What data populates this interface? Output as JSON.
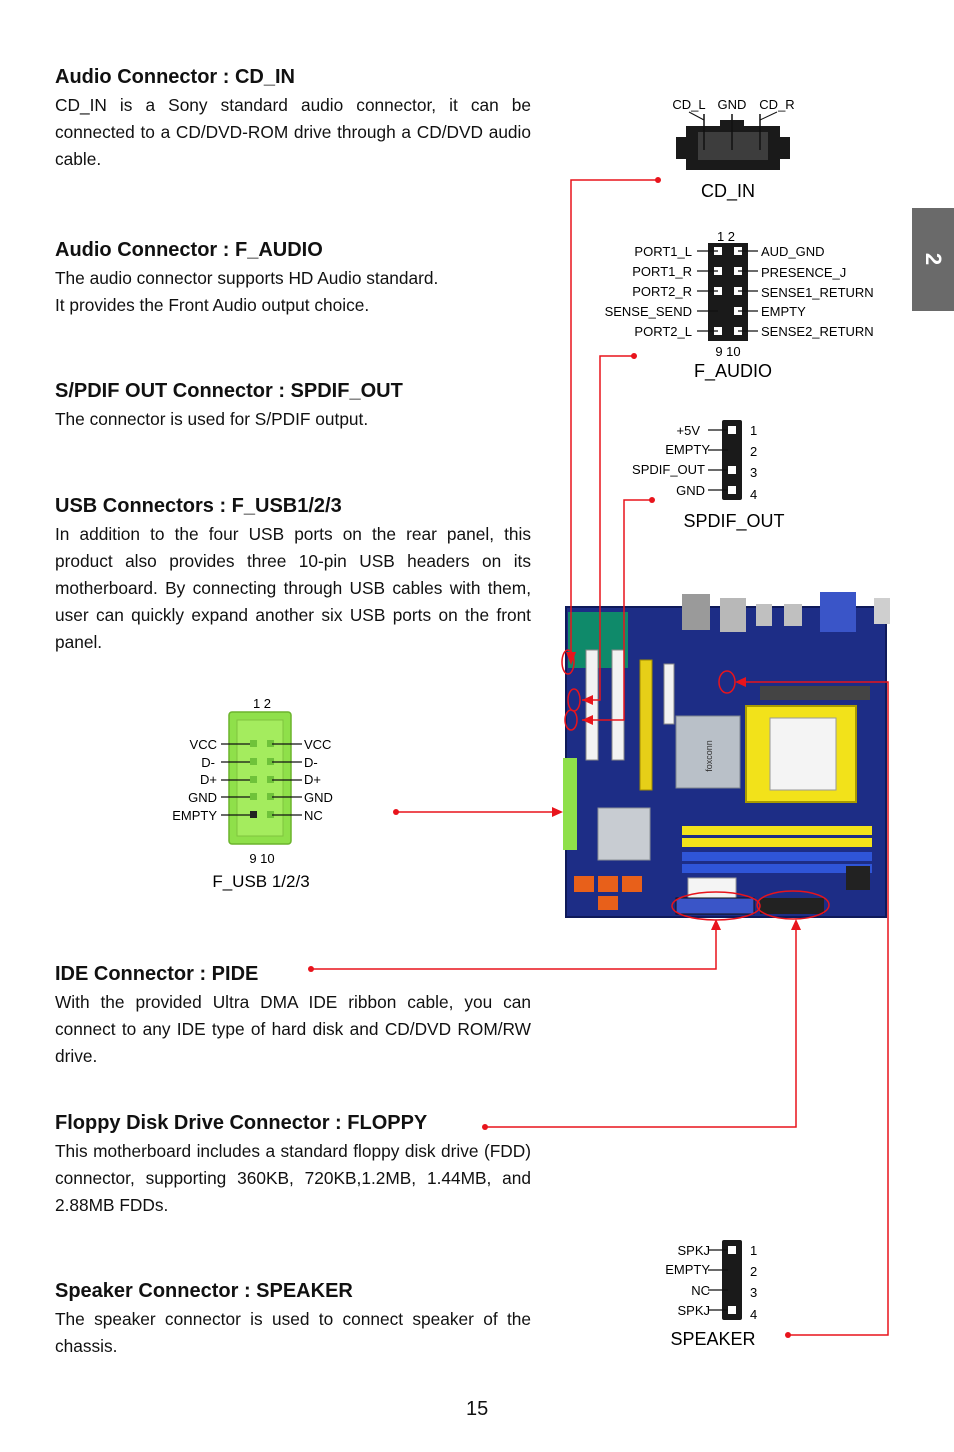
{
  "sections": [
    {
      "title": "Audio Connector : CD_IN",
      "body": "CD_IN is a Sony standard audio connector, it can be connected to a CD/DVD-ROM drive through a CD/DVD audio cable."
    },
    {
      "title": "Audio Connector : F_AUDIO",
      "body": "The audio connector supports HD Audio standard.\nIt provides the Front Audio output choice."
    },
    {
      "title": "S/PDIF OUT Connector : SPDIF_OUT",
      "body": "The connector is used for S/PDIF output."
    },
    {
      "title": "USB Connectors : F_USB1/2/3",
      "body": "In addition to the four USB ports on the rear panel, this product also provides three 10-pin USB headers on its motherboard. By connecting through USB cables with them, user can quickly expand another six USB ports on the front panel."
    },
    {
      "title": "IDE Connector : PIDE",
      "body": "With the provided Ultra DMA IDE ribbon cable, you can connect to any IDE type of hard disk and CD/DVD ROM/RW drive."
    },
    {
      "title": "Floppy Disk Drive Connector : FLOPPY",
      "body": "This motherboard includes a standard floppy disk drive (FDD) connector,  supporting 360KB, 720KB,1.2MB, 1.44MB, and 2.88MB FDDs."
    },
    {
      "title": "Speaker Connector : SPEAKER",
      "body": "The speaker connector is used to connect speaker of the chassis."
    }
  ],
  "cd_in": {
    "pins": [
      "CD_L",
      "GND",
      "CD_R"
    ],
    "name": "CD_IN"
  },
  "f_audio": {
    "top_pins": "1    2",
    "bottom_pins": "9   10",
    "left": [
      "PORT1_L",
      "PORT1_R",
      "PORT2_R",
      "SENSE_SEND",
      "PORT2_L"
    ],
    "right": [
      "AUD_GND",
      "PRESENCE_J",
      "SENSE1_RETURN",
      "EMPTY",
      "SENSE2_RETURN"
    ],
    "name": "F_AUDIO"
  },
  "spdif": {
    "labels": [
      "+5V",
      "EMPTY",
      "SPDIF_OUT",
      "GND"
    ],
    "numbers": [
      "1",
      "2",
      "3",
      "4"
    ],
    "name": "SPDIF_OUT"
  },
  "usb": {
    "top_pins": "1     2",
    "bottom_pins": "9    10",
    "left": [
      "VCC",
      "D-",
      "D+",
      "GND",
      "EMPTY"
    ],
    "right": [
      "VCC",
      "D-",
      "D+",
      "GND",
      "NC"
    ],
    "name": "F_USB 1/2/3"
  },
  "speaker": {
    "labels": [
      "SPKJ",
      "EMPTY",
      "NC",
      "SPKJ"
    ],
    "numbers": [
      "1",
      "2",
      "3",
      "4"
    ],
    "name": "SPEAKER"
  },
  "board": {
    "brand": "foxconn"
  },
  "chapter_tab": "2",
  "page_number": "15",
  "colors": {
    "callout": "#e8141c",
    "header_green": "#8fe04a",
    "tab_gray": "#6a6a6a",
    "board_blue": "#1d2d86"
  }
}
